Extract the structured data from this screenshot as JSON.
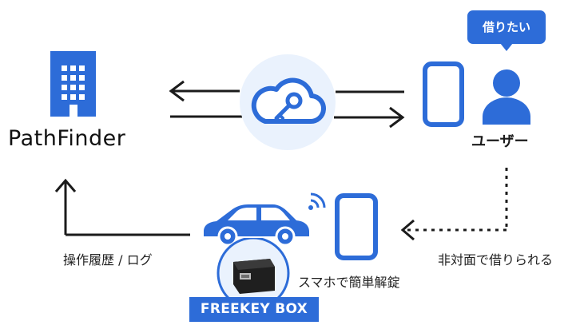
{
  "company": {
    "name": "PathFinder",
    "icon": "building-icon"
  },
  "user": {
    "bubble_text": "借りたい",
    "label": "ユーザー",
    "icon": "person-icon"
  },
  "cloud": {
    "icon": "cloud-key-icon"
  },
  "labels": {
    "history_log": "操作履歴 / ログ",
    "rent_contactless": "非対面で借りられる",
    "smartphone_unlock": "スマホで簡単解錠"
  },
  "device": {
    "name": "FREEKEY BOX"
  },
  "colors": {
    "accent_blue": "#2d6cd8",
    "light_blue_circle": "#eaf2fd",
    "arrow_dark": "#1b1b1b"
  }
}
